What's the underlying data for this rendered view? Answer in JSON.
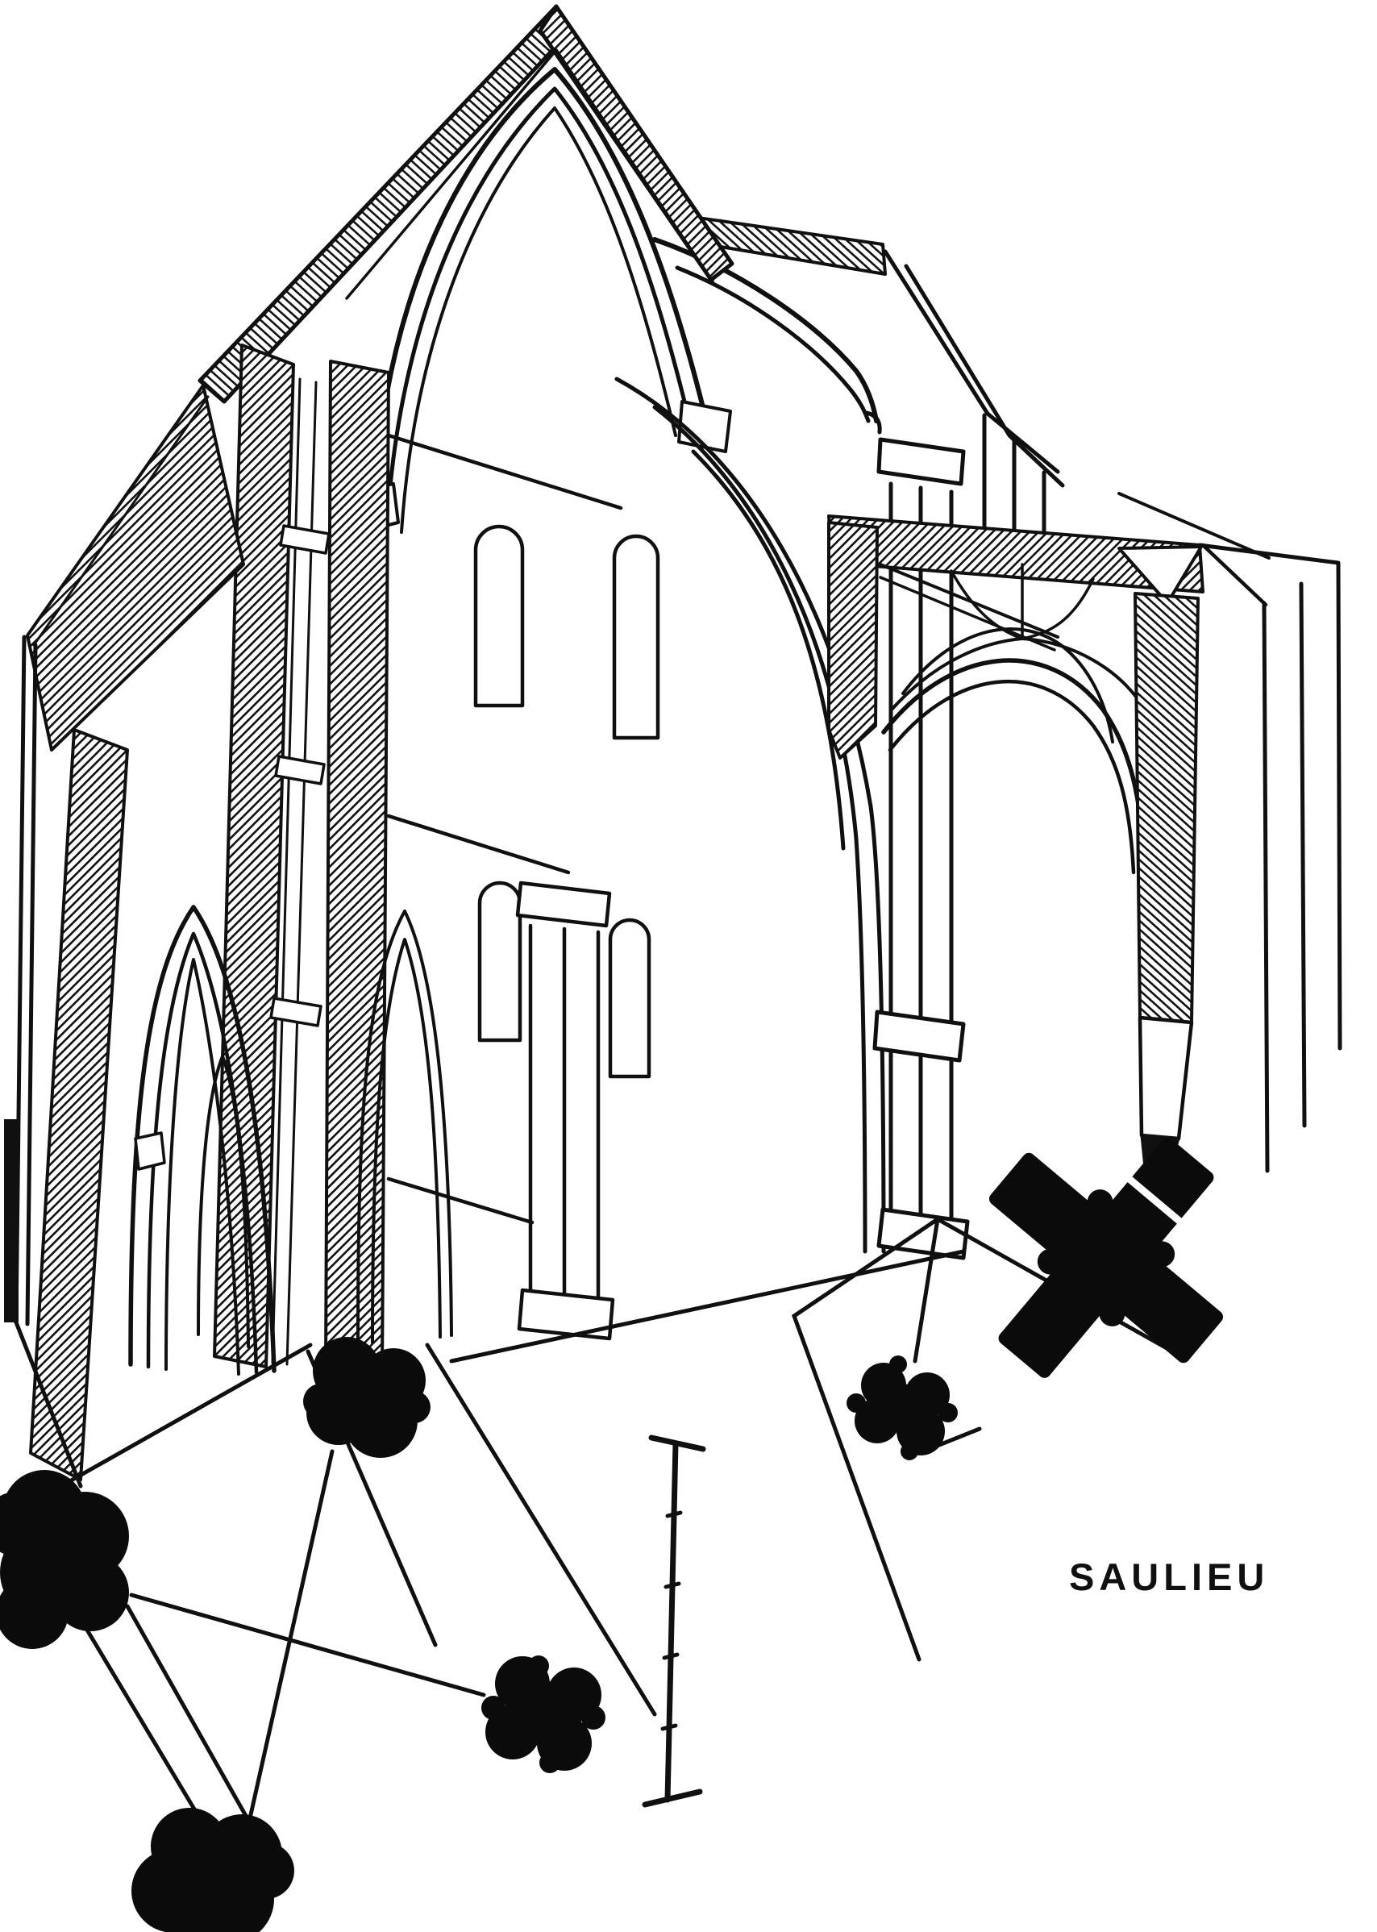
{
  "figure": {
    "caption": "SAULIEU",
    "ink_color": "#101010",
    "paper_color": "#ffffff",
    "drawing_type": "axonometric cutaway section of a church bay",
    "left_cluster_pier_plan_count": 4,
    "right_cluster_pier_plan_count": 2
  },
  "scale_bar": {
    "tick_count": 4,
    "segment_count": 5
  }
}
